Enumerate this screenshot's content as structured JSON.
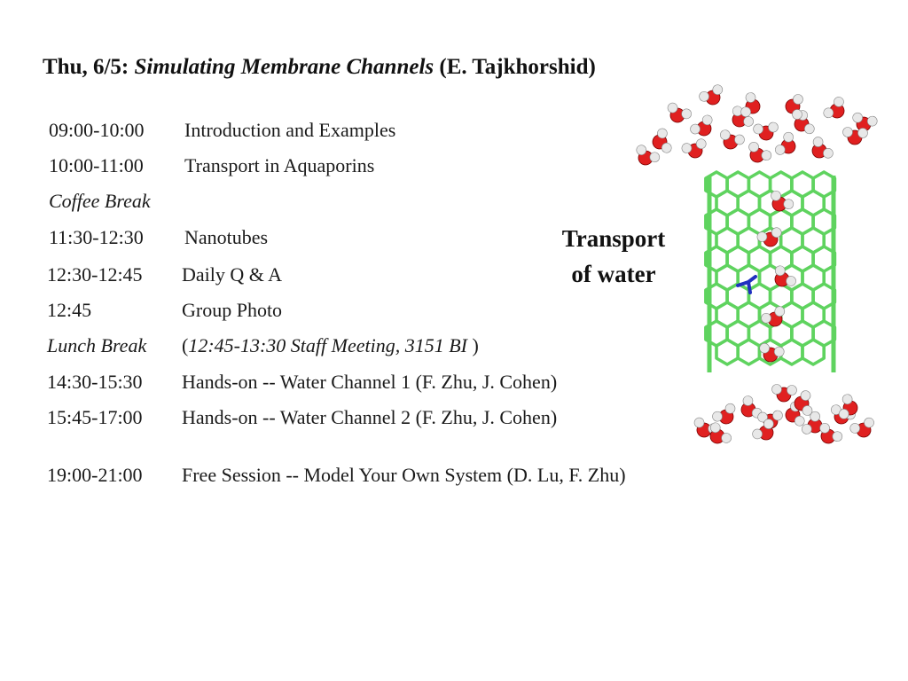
{
  "header": {
    "date": "Thu, 6/5:",
    "topic": "Simulating Membrane Channels",
    "instructor": "(E. Tajkhorshid)"
  },
  "schedule": [
    {
      "time": "09:00-10:00",
      "desc": "Introduction and Examples"
    },
    {
      "time": "10:00-11:00",
      "desc": "Transport in Aquaporins"
    },
    {
      "time": "Coffee Break",
      "desc": ""
    },
    {
      "time": "11:30-12:30",
      "desc": "Nanotubes"
    },
    {
      "time": "12:30-12:45",
      "desc": "Daily Q & A"
    },
    {
      "time": "12:45",
      "desc": "Group Photo"
    },
    {
      "time": "Lunch Break",
      "desc_open": "(",
      "desc_italic": "12:45-13:30 Staff Meeting, 3151 BI",
      "desc_close": " )"
    },
    {
      "time": "14:30-15:30",
      "desc": "Hands-on -- Water Channel 1 (F. Zhu, J. Cohen)"
    },
    {
      "time": "15:45-17:00",
      "desc": "Hands-on -- Water Channel 2 (F. Zhu, J. Cohen)"
    },
    {
      "time": "19:00-21:00",
      "desc": "Free Session -- Model Your Own System (D. Lu, F. Zhu)"
    }
  ],
  "caption": {
    "line1": "Transport",
    "line2": "of water"
  },
  "colors": {
    "tube": "#5fd35f",
    "oxygen": "#e02020",
    "hydrogen": "#e8e8e8",
    "nitrogen": "#2030c0"
  }
}
